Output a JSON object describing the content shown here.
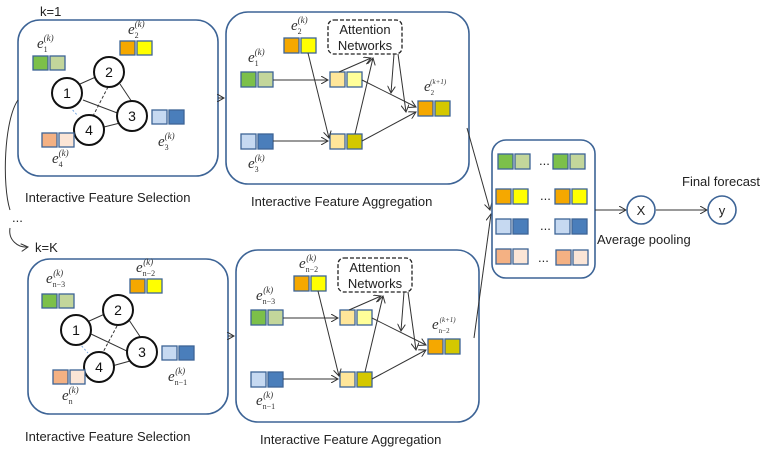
{
  "labels": {
    "k_first": "k=1",
    "ellipsis": "...",
    "k_last": "k=K",
    "selection_top": "Interactive Feature Selection",
    "aggregation_top": "Interactive Feature Aggregation",
    "selection_bottom": "Interactive Feature Selection",
    "aggregation_bottom": "Interactive Feature Aggregation",
    "attention_line1": "Attention",
    "attention_line2": "Networks",
    "average_pooling": "Average pooling",
    "final_forecast": "Final forecast",
    "pool_node": "X",
    "output_node": "y",
    "dots": "..."
  },
  "graph_nodes": [
    "1",
    "2",
    "3",
    "4"
  ],
  "top_selection": {
    "e1": {
      "base": "e",
      "sub": "1",
      "sup": "(k)"
    },
    "e2": {
      "base": "e",
      "sub": "2",
      "sup": "(k)"
    },
    "e3": {
      "base": "e",
      "sub": "3",
      "sup": "(k)"
    },
    "e4": {
      "base": "e",
      "sub": "4",
      "sup": "(k)"
    }
  },
  "top_aggregation": {
    "e1": {
      "base": "e",
      "sub": "1",
      "sup": "(k)"
    },
    "e2": {
      "base": "e",
      "sub": "2",
      "sup": "(k)"
    },
    "e3": {
      "base": "e",
      "sub": "3",
      "sup": "(k)"
    },
    "out": {
      "base": "e",
      "sub": "2",
      "sup": "(k+1)"
    }
  },
  "bottom_selection": {
    "e1": {
      "base": "e",
      "sub": "n−3",
      "sup": "(k)"
    },
    "e2": {
      "base": "e",
      "sub": "n−2",
      "sup": "(k)"
    },
    "e3": {
      "base": "e",
      "sub": "n−1",
      "sup": "(k)"
    },
    "e4": {
      "base": "e",
      "sub": "n",
      "sup": "(k)"
    }
  },
  "bottom_aggregation": {
    "e1": {
      "base": "e",
      "sub": "n−3",
      "sup": "(k)"
    },
    "e2": {
      "base": "e",
      "sub": "n−2",
      "sup": "(k)"
    },
    "e3": {
      "base": "e",
      "sub": "n−1",
      "sup": "(k)"
    },
    "out": {
      "base": "e",
      "sub": "n−2",
      "sup": "(k+1)"
    }
  },
  "colors": {
    "panel_border": "#3d6496",
    "green_dark": "#7cc04a",
    "green_light": "#c3d69b",
    "orange": "#f5a800",
    "yellow": "#ffff00",
    "blue_light": "#c6d9f1",
    "blue_dark": "#4a7ebb",
    "salmon": "#f4b183",
    "peach": "#fbe5d6",
    "tan": "#ffe699",
    "pale_yellow": "#ffff99",
    "olive": "#d4c800"
  }
}
